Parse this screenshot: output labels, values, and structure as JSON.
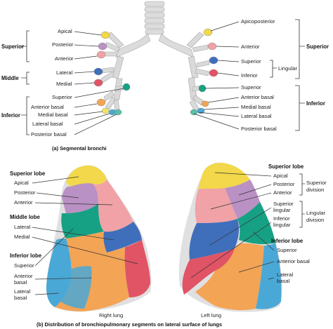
{
  "panel_a": {
    "caption": "(a) Segmental bronchi",
    "right_groups": {
      "superior": "Superior",
      "middle": "Middle",
      "inferior": "Inferior"
    },
    "right_labels": [
      "Apical",
      "Posterior",
      "Anterior",
      "Lateral",
      "Medial",
      "Superior",
      "Anterior basal",
      "Medial basal",
      "Lateral basal",
      "Posterior basal"
    ],
    "left_groups": {
      "superior": "Superior",
      "lingular": "Lingular",
      "inferior": "Inferior"
    },
    "left_labels": [
      "Apicoposterior",
      "Anterior",
      "Superior",
      "Inferior",
      "Superior",
      "Anterior basal",
      "Medial basal",
      "Lateral basal",
      "Posterior basal"
    ]
  },
  "panel_b": {
    "caption": "(b) Distribution of bronchiopulmonary segments on lateral surface of lungs",
    "right_lung": {
      "name": "Right lung",
      "superior_lobe": "Superior lobe",
      "superior_items": [
        "Apical",
        "Posterior",
        "Anterior"
      ],
      "middle_lobe": "Middle lobe",
      "middle_items": [
        "Lateral",
        "Medial"
      ],
      "inferior_lobe": "Inferior lobe",
      "inferior_items": [
        "Superior",
        "Anterior basal",
        "Lateral basal"
      ],
      "inferior_items_split": [
        "Superior",
        "Anterior",
        "basal",
        "Lateral",
        "basal"
      ]
    },
    "left_lung": {
      "name": "Left lung",
      "superior_lobe": "Superior lobe",
      "superior_items": [
        "Apical",
        "Posterior",
        "Anterior"
      ],
      "superior_division": [
        "Superior",
        "division"
      ],
      "lingular_items": [
        "Superior",
        "lingular",
        "Inferior",
        "lingular"
      ],
      "lingular_division": [
        "Lingular",
        "division"
      ],
      "inferior_lobe": "Inferior lobe",
      "inferior_items": [
        "Superior",
        "Anterior basal",
        "Lateral",
        "basal"
      ]
    }
  },
  "colors": {
    "apical": "#f2d84a",
    "posterior": "#b991c4",
    "anterior": "#f0a2a6",
    "lateral_mid": "#3f6fba",
    "medial": "#e05466",
    "superior_inf": "#17a184",
    "anterior_basal": "#f3a455",
    "lateral_basal": "#4aa8d6",
    "trachea": "#d9d9d9"
  }
}
